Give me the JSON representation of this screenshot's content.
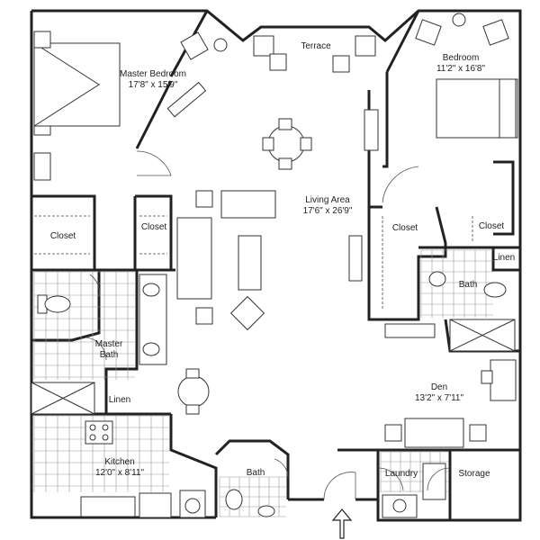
{
  "rooms": {
    "master_bedroom": {
      "name": "Master Bedroom",
      "size": "17'8\" x 15'9\""
    },
    "terrace": {
      "name": "Terrace"
    },
    "bedroom": {
      "name": "Bedroom",
      "size": "11'2\" x 16'8\""
    },
    "living_area": {
      "name": "Living Area",
      "size": "17'6\" x 26'9\""
    },
    "closet_left": {
      "name": "Closet"
    },
    "closet_mid": {
      "name": "Closet"
    },
    "closet_right": {
      "name": "Closet"
    },
    "closet_far_right": {
      "name": "Closet"
    },
    "linen_right": {
      "name": "Linen"
    },
    "bath_right": {
      "name": "Bath"
    },
    "master_bath": {
      "name": "Master",
      "name2": "Bath"
    },
    "linen_left": {
      "name": "Linen"
    },
    "den": {
      "name": "Den",
      "size": "13'2\" x 7'11\""
    },
    "kitchen": {
      "name": "Kitchen",
      "size": "12'0\" x 8'11\""
    },
    "bath_bottom": {
      "name": "Bath"
    },
    "laundry": {
      "name": "Laundry"
    },
    "storage": {
      "name": "Storage"
    }
  },
  "colors": {
    "wall": "#222222",
    "tile": "#9a9a9a",
    "background": "#ffffff"
  }
}
